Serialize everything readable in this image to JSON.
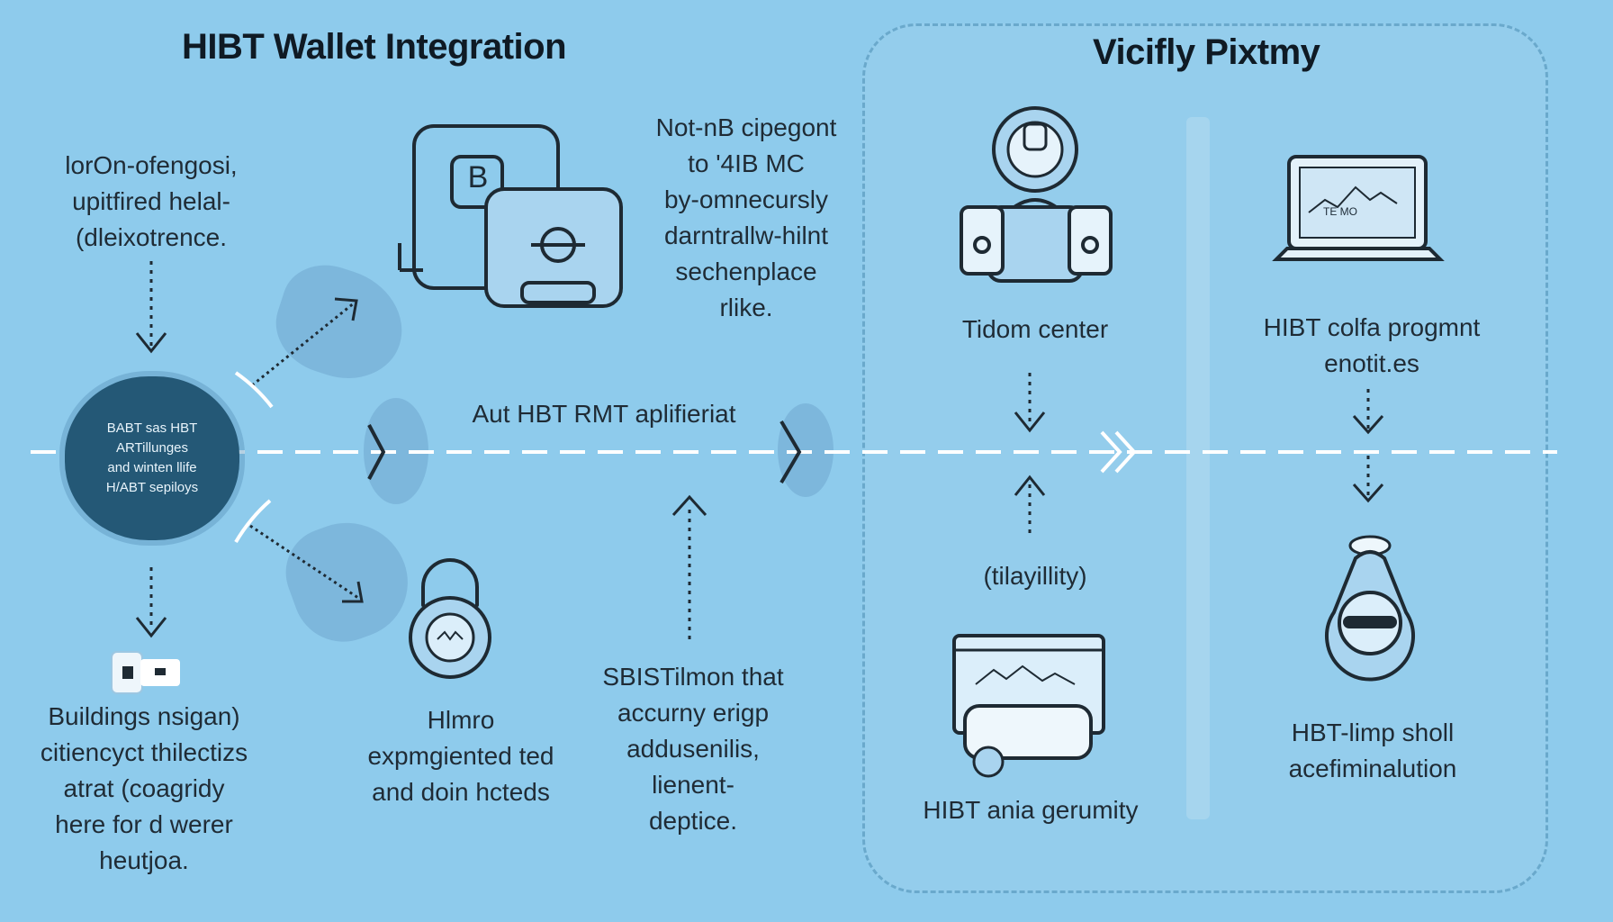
{
  "colors": {
    "background": "#8ecbec",
    "hub": "#245876",
    "panel_border": "#6aa9cc",
    "ink": "#1e2a33",
    "flow_line": "#ffffff"
  },
  "left_title": "HIBT Wallet Integration",
  "right_title": "Vicifly Pixtmy",
  "hub_text": "BABT sas HBT\nARTillunges\nand winten llife\nH/ABT sepiloys",
  "left_desc": "lorOn-ofengosi,\nupitfired helal-\n(dleixotrence.",
  "top_desc": "Not-nB cipegont\nto '4IB MC\nby-omnecursly\ndarntrallw-hilnt\nsechenplace\nrlike.",
  "flow_label": "Aut HBT RMT aplifieriat",
  "bottom_left_desc": "Buildings nsigan)\ncitiencyct thilectizs\natrat (coagridy\nhere for d werer\nheutjoa.",
  "lock_desc": "Hlmro\nexpmgiented ted\nand doin hcteds",
  "bottom_mid_desc": "SBISTilmon that\naccurny erigp\naddusenilis,\nlienent-\ndeptice.",
  "tidom_label": "Tidom center",
  "laptop_label": "HIBT colfa progmnt\nenotit.es",
  "stability_label": "(tilayillity)",
  "monitor_label": "HIBT ania gerumity",
  "device_label": "HBT-limp sholl\nacefiminalution",
  "laptop_screen_text": "TE MO",
  "wallet_badge": "B",
  "icons": [
    "wallet-icon",
    "padlock-icon",
    "operator-icon",
    "laptop-icon",
    "monitor-icon",
    "key-fob-icon",
    "card-icon"
  ]
}
